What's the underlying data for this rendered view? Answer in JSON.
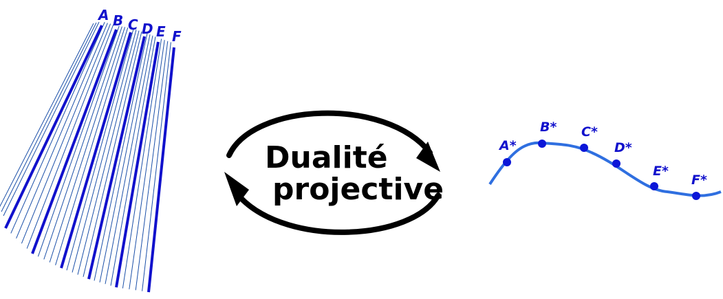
{
  "title_line1": "Dualité",
  "title_line2": "projective",
  "lines": [
    "A",
    "B",
    "C",
    "D",
    "E",
    "F"
  ],
  "points": [
    "A*",
    "B*",
    "C*",
    "D*",
    "E*",
    "F*"
  ],
  "colors": {
    "lines": "#1111cc",
    "thin_lines": "#1a4fa8",
    "curve": "#2f6fe0",
    "points": "#0b16d8",
    "arrows": "#000000"
  }
}
